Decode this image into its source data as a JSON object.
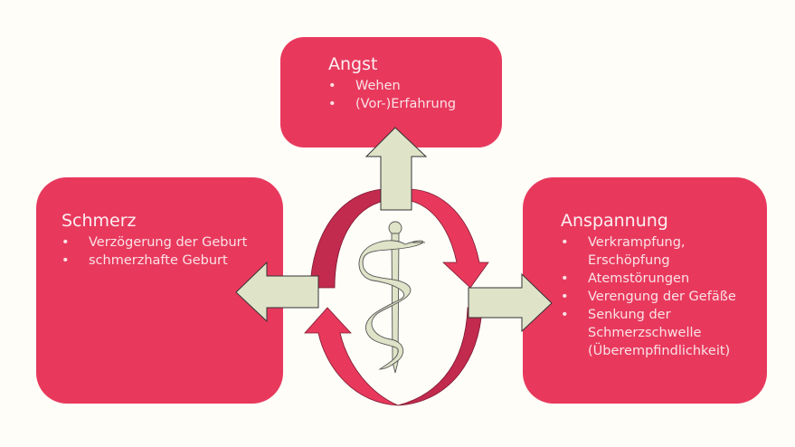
{
  "diagram": {
    "colors": {
      "background": "#fffdf8",
      "box": "#e8395d",
      "box_text": "#fbe2e6",
      "cycle_arrow_light": "#e8395d",
      "cycle_arrow_dark": "#c22a4e",
      "block_arrow": "#dfe3c8",
      "symbol": "#dfe3c8"
    },
    "center_symbol": "rod-of-asclepius-icon",
    "boxes": {
      "angst": {
        "title": "Angst",
        "items": [
          "Wehen",
          "(Vor-)Erfahrung"
        ]
      },
      "schmerz": {
        "title": "Schmerz",
        "items": [
          "Verzögerung der Geburt",
          "schmerzhafte Geburt"
        ]
      },
      "anspannung": {
        "title": "Anspannung",
        "items": [
          "Verkrampfung, Erschöpfung",
          "Atemstörungen",
          "Verengung der Gefäße",
          "Senkung der Schmerzschwelle (Überempfindlichkeit)"
        ]
      }
    }
  }
}
